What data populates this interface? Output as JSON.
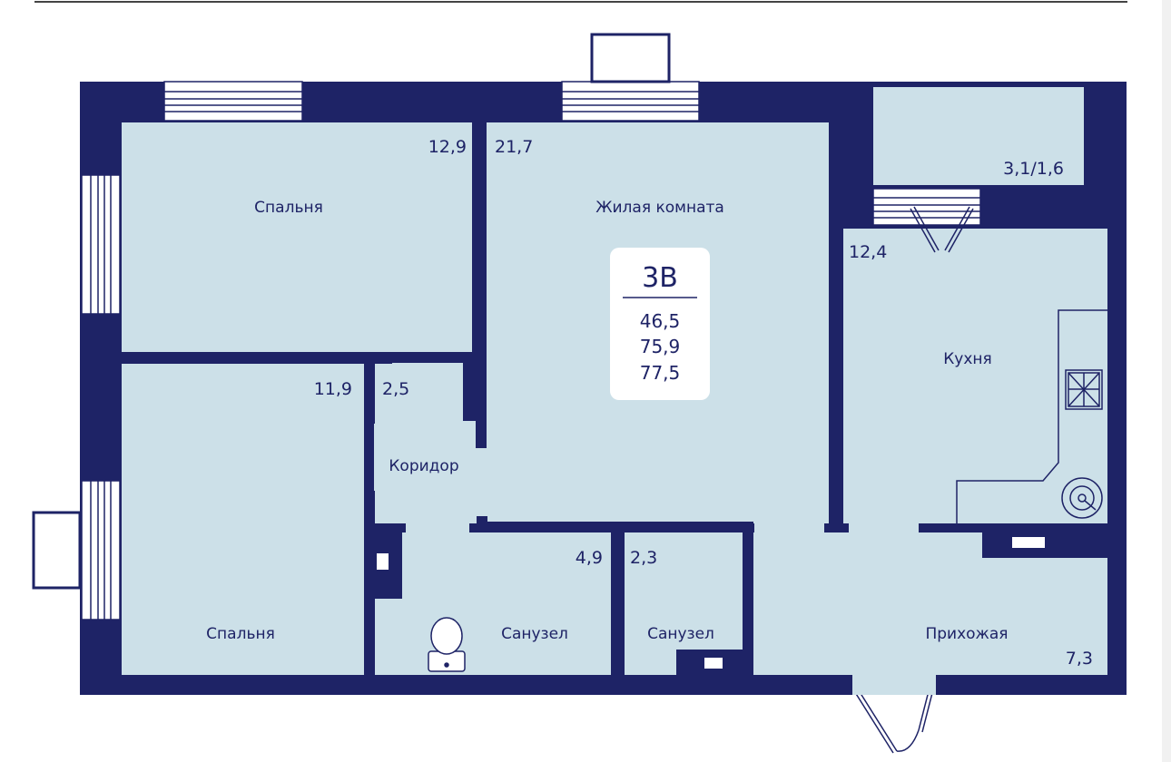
{
  "apartment": {
    "type": "3В",
    "areas": [
      "46,5",
      "75,9",
      "77,5"
    ]
  },
  "rooms": {
    "bedroom_top": {
      "label": "Спальня",
      "area": "12,9"
    },
    "living": {
      "label": "Жилая комната",
      "area": "21,7"
    },
    "balcony": {
      "area": "3,1/1,6"
    },
    "kitchen": {
      "label": "Кухня",
      "area": "12,4"
    },
    "bedroom_bottom": {
      "label": "Спальня",
      "area": "11,9"
    },
    "corridor": {
      "label": "Коридор",
      "area": "2,5"
    },
    "bathroom_1": {
      "label": "Санузел",
      "area": "4,9"
    },
    "bathroom_2": {
      "label": "Санузел",
      "area": "2,3"
    },
    "hallway": {
      "label": "Прихожая",
      "area": "7,3"
    }
  },
  "colors": {
    "wall": "#1e2366",
    "floor": "#cce0e8",
    "window": "#ffffff",
    "card": "#ffffff"
  },
  "icons": [
    "window-icon",
    "door-icon",
    "toilet-icon",
    "stove-icon",
    "sink-icon",
    "ventilation-icon"
  ]
}
